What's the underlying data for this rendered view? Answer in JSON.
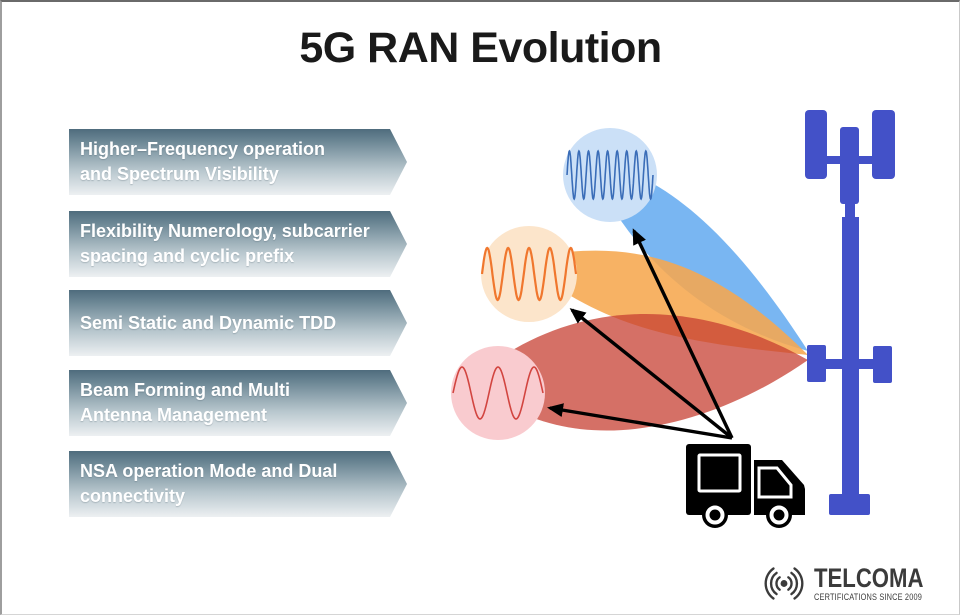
{
  "title": "5G RAN Evolution",
  "colors": {
    "title": "#1a1a1a",
    "banner_gradient_top": "#4f6c7d",
    "banner_gradient_upper": "#6b8694",
    "banner_gradient_lower": "#b7c6cd",
    "banner_gradient_bottom": "#edf0f2",
    "banner_text": "#ffffff",
    "logo_color": "#3b3b3b"
  },
  "banners": [
    {
      "lines": [
        "Higher–Frequency operation",
        "and Spectrum Visibility"
      ]
    },
    {
      "lines": [
        "Flexibility Numerology, subcarrier",
        "spacing and cyclic prefix"
      ]
    },
    {
      "lines": [
        "Semi Static and Dynamic TDD"
      ]
    },
    {
      "lines": [
        "Beam Forming and Multi",
        "Antenna Management"
      ]
    },
    {
      "lines": [
        "NSA operation Mode and Dual",
        "connectivity"
      ]
    }
  ],
  "diagram": {
    "tower_color": "#4351c8",
    "truck_color": "#000000",
    "arrow_color": "#000000",
    "signals": [
      {
        "name": "high-frequency-signal",
        "circle_color": "#cbe0f7",
        "wave_color": "#3a6db8",
        "beam_color": "#79b6f2",
        "wave_cycles": 9
      },
      {
        "name": "mid-frequency-signal",
        "circle_color": "#fce5cb",
        "wave_color": "#f0772e",
        "beam_color": "#f6a74f",
        "wave_cycles": 4.5
      },
      {
        "name": "low-frequency-signal",
        "circle_color": "#f9cbcf",
        "wave_color": "#d24540",
        "beam_color": "#c73e30",
        "wave_cycles": 2.5
      }
    ]
  },
  "logo": {
    "icon": "radio-waves-icon",
    "name": "TELCOMA",
    "tagline": "CERTIFICATIONS SINCE 2009"
  }
}
